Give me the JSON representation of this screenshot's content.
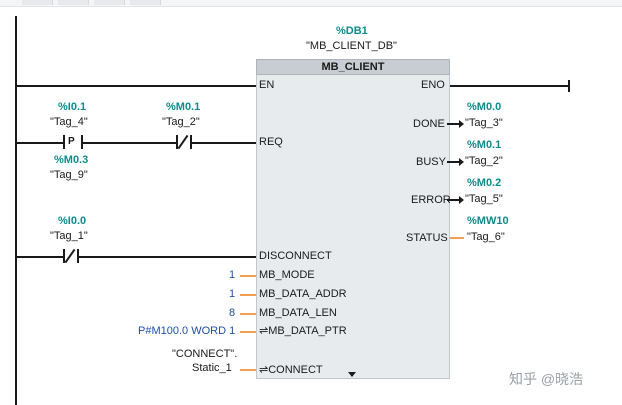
{
  "block": {
    "db_address": "%DB1",
    "db_name": "\"MB_CLIENT_DB\"",
    "title": "MB_CLIENT"
  },
  "inputs": {
    "en": "EN",
    "req": "REQ",
    "disconnect": "DISCONNECT",
    "mb_mode": "MB_MODE",
    "mb_data_addr": "MB_DATA_ADDR",
    "mb_data_len": "MB_DATA_LEN",
    "mb_data_ptr": "⇌MB_DATA_PTR",
    "connect": "⇌CONNECT"
  },
  "outputs": {
    "eno": "ENO",
    "done": "DONE",
    "busy": "BUSY",
    "error": "ERROR",
    "status": "STATUS"
  },
  "contacts": {
    "c1_addr": "%I0.1",
    "c1_tag": "\"Tag_4\"",
    "c1_type": "P",
    "c1_edge_addr": "%M0.3",
    "c1_edge_tag": "\"Tag_9\"",
    "c2_addr": "%M0.1",
    "c2_tag": "\"Tag_2\"",
    "c3_addr": "%I0.0",
    "c3_tag": "\"Tag_1\""
  },
  "values": {
    "mb_mode": "1",
    "mb_data_addr": "1",
    "mb_data_len": "8",
    "mb_data_ptr": "P#M100.0 WORD 1",
    "connect_line1": "\"CONNECT\".",
    "connect_line2": "Static_1"
  },
  "output_tags": {
    "done_addr": "%M0.0",
    "done_tag": "\"Tag_3\"",
    "busy_addr": "%M0.1",
    "busy_tag": "\"Tag_2\"",
    "error_addr": "%M0.2",
    "error_tag": "\"Tag_5\"",
    "status_addr": "%MW10",
    "status_tag": "\"Tag_6\""
  },
  "watermark": "知乎 @晓浩",
  "colors": {
    "address": "#0e8b8b",
    "constant": "#1f4fa8",
    "wire": "#1a1a1a",
    "param_wire": "#f0a050",
    "block_fill": "#e8ebee",
    "block_header": "#c8cdd3"
  }
}
